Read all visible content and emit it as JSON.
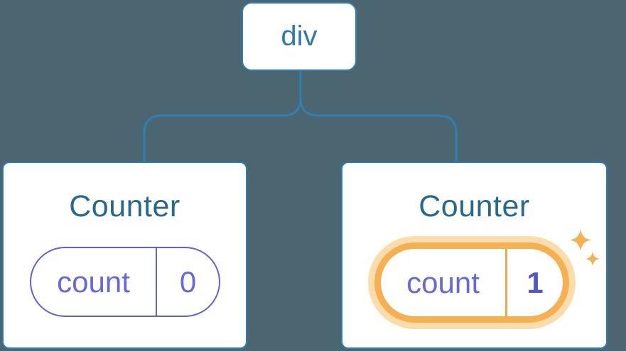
{
  "diagram": {
    "root": {
      "label": "div"
    },
    "cards": [
      {
        "title": "Counter",
        "state_name": "count",
        "state_value": "0",
        "highlighted": false
      },
      {
        "title": "Counter",
        "state_name": "count",
        "state_value": "1",
        "highlighted": true
      }
    ],
    "icons": {
      "sparkles": "sparkles-icon"
    },
    "colors": {
      "background": "#4c6671",
      "connector_blue": "#2f7fb2",
      "root_text_blue": "#2d7cad",
      "title_teal_blue": "#27698e",
      "state_purple": "#6569e0",
      "state_border_purple": "#5f62da",
      "state_value_bold_purple": "#5357cb",
      "highlight_orange": "#f6b04f",
      "highlight_halo": "#fbdcab",
      "card_white": "#ffffff"
    }
  }
}
